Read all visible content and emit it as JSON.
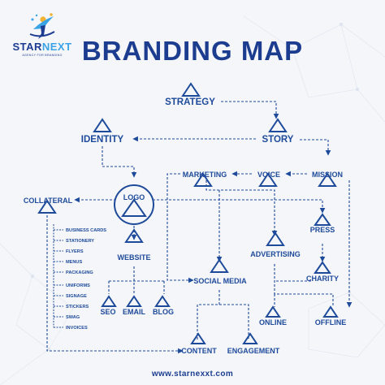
{
  "brand": {
    "name_primary": "STAR",
    "name_accent": "NEXT",
    "tagline": "AGENCY FOR BRANDING"
  },
  "title": "BRANDING MAP",
  "nodes": {
    "strategy": "STRATEGY",
    "identity": "IDENTITY",
    "story": "STORY",
    "marketing": "MARKETING",
    "voice": "VOICE",
    "mission": "MISSION",
    "collateral": "COLLATERAL",
    "logo": "LOGO",
    "website": "WEBSITE",
    "social_media": "SOCIAL MEDIA",
    "advertising": "ADVERTISING",
    "press": "PRESS",
    "charity": "CHARITY",
    "seo": "SEO",
    "email": "EMAIL",
    "blog": "BLOG",
    "online": "ONLINE",
    "offline": "OFFLINE",
    "content": "CONTENT",
    "engagement": "ENGAGEMENT"
  },
  "collateral_items": [
    "BUSINESS CARDS",
    "STATIONERY",
    "FLYERS",
    "MENUS",
    "PACKAGING",
    "UNIFORMS",
    "SIGNAGE",
    "STICKERS",
    "SWAG",
    "INVOICES"
  ],
  "footer": "www.starnexxt.com",
  "colors": {
    "primary": "#1c3d8f",
    "node": "#1e4a9a",
    "background": "#f4f6fa",
    "accent": "#3aa3e6"
  }
}
